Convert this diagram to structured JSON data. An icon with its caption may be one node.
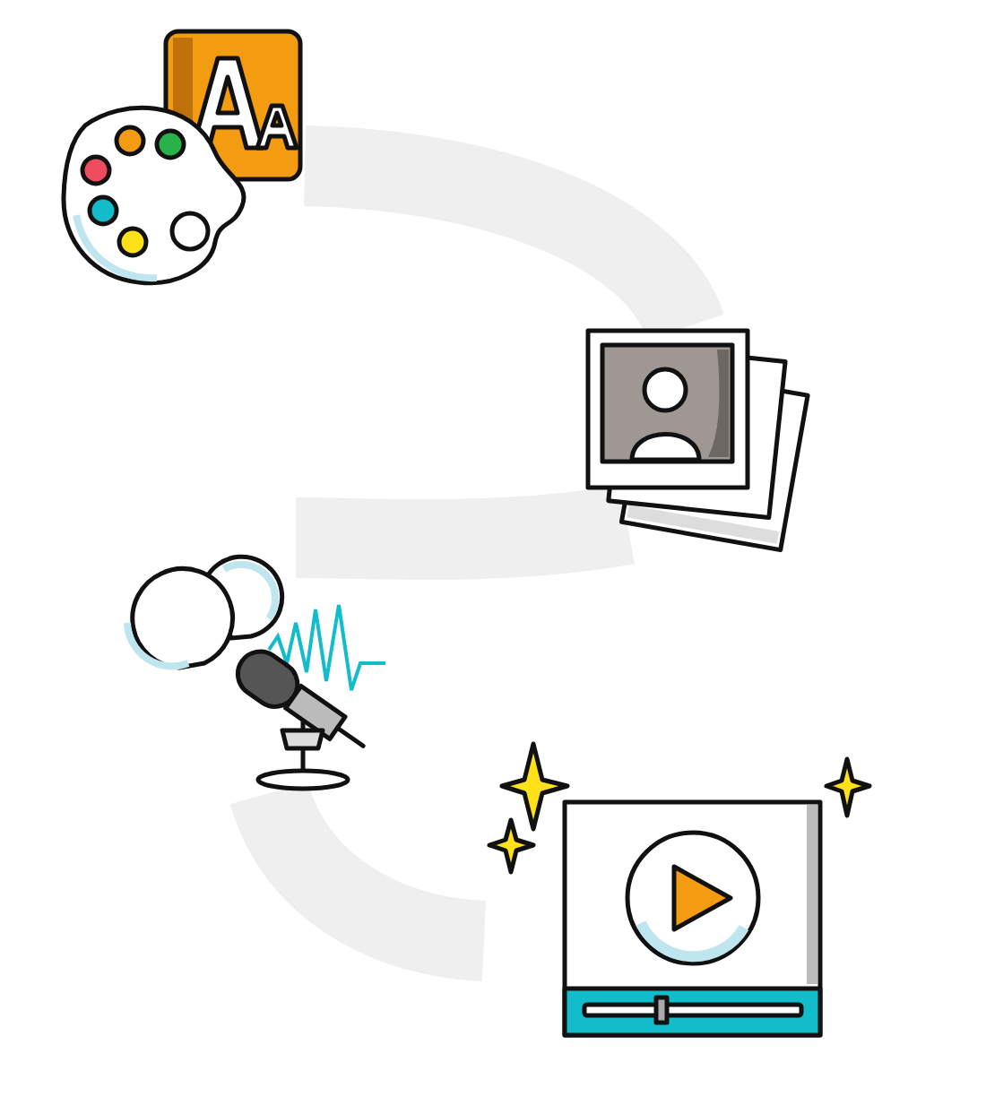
{
  "diagram": {
    "nodes": [
      {
        "text": [],
        "shape": "picture"
      },
      {
        "text": [],
        "shape": "picture"
      },
      {
        "text": [],
        "shape": "picture"
      },
      {
        "text": [],
        "shape": "picture"
      }
    ],
    "edges": [
      {
        "from": 0,
        "to": 1,
        "arrow": "none"
      },
      {
        "from": 1,
        "to": 2,
        "arrow": "none"
      },
      {
        "from": 2,
        "to": 3,
        "arrow": "none"
      }
    ]
  }
}
